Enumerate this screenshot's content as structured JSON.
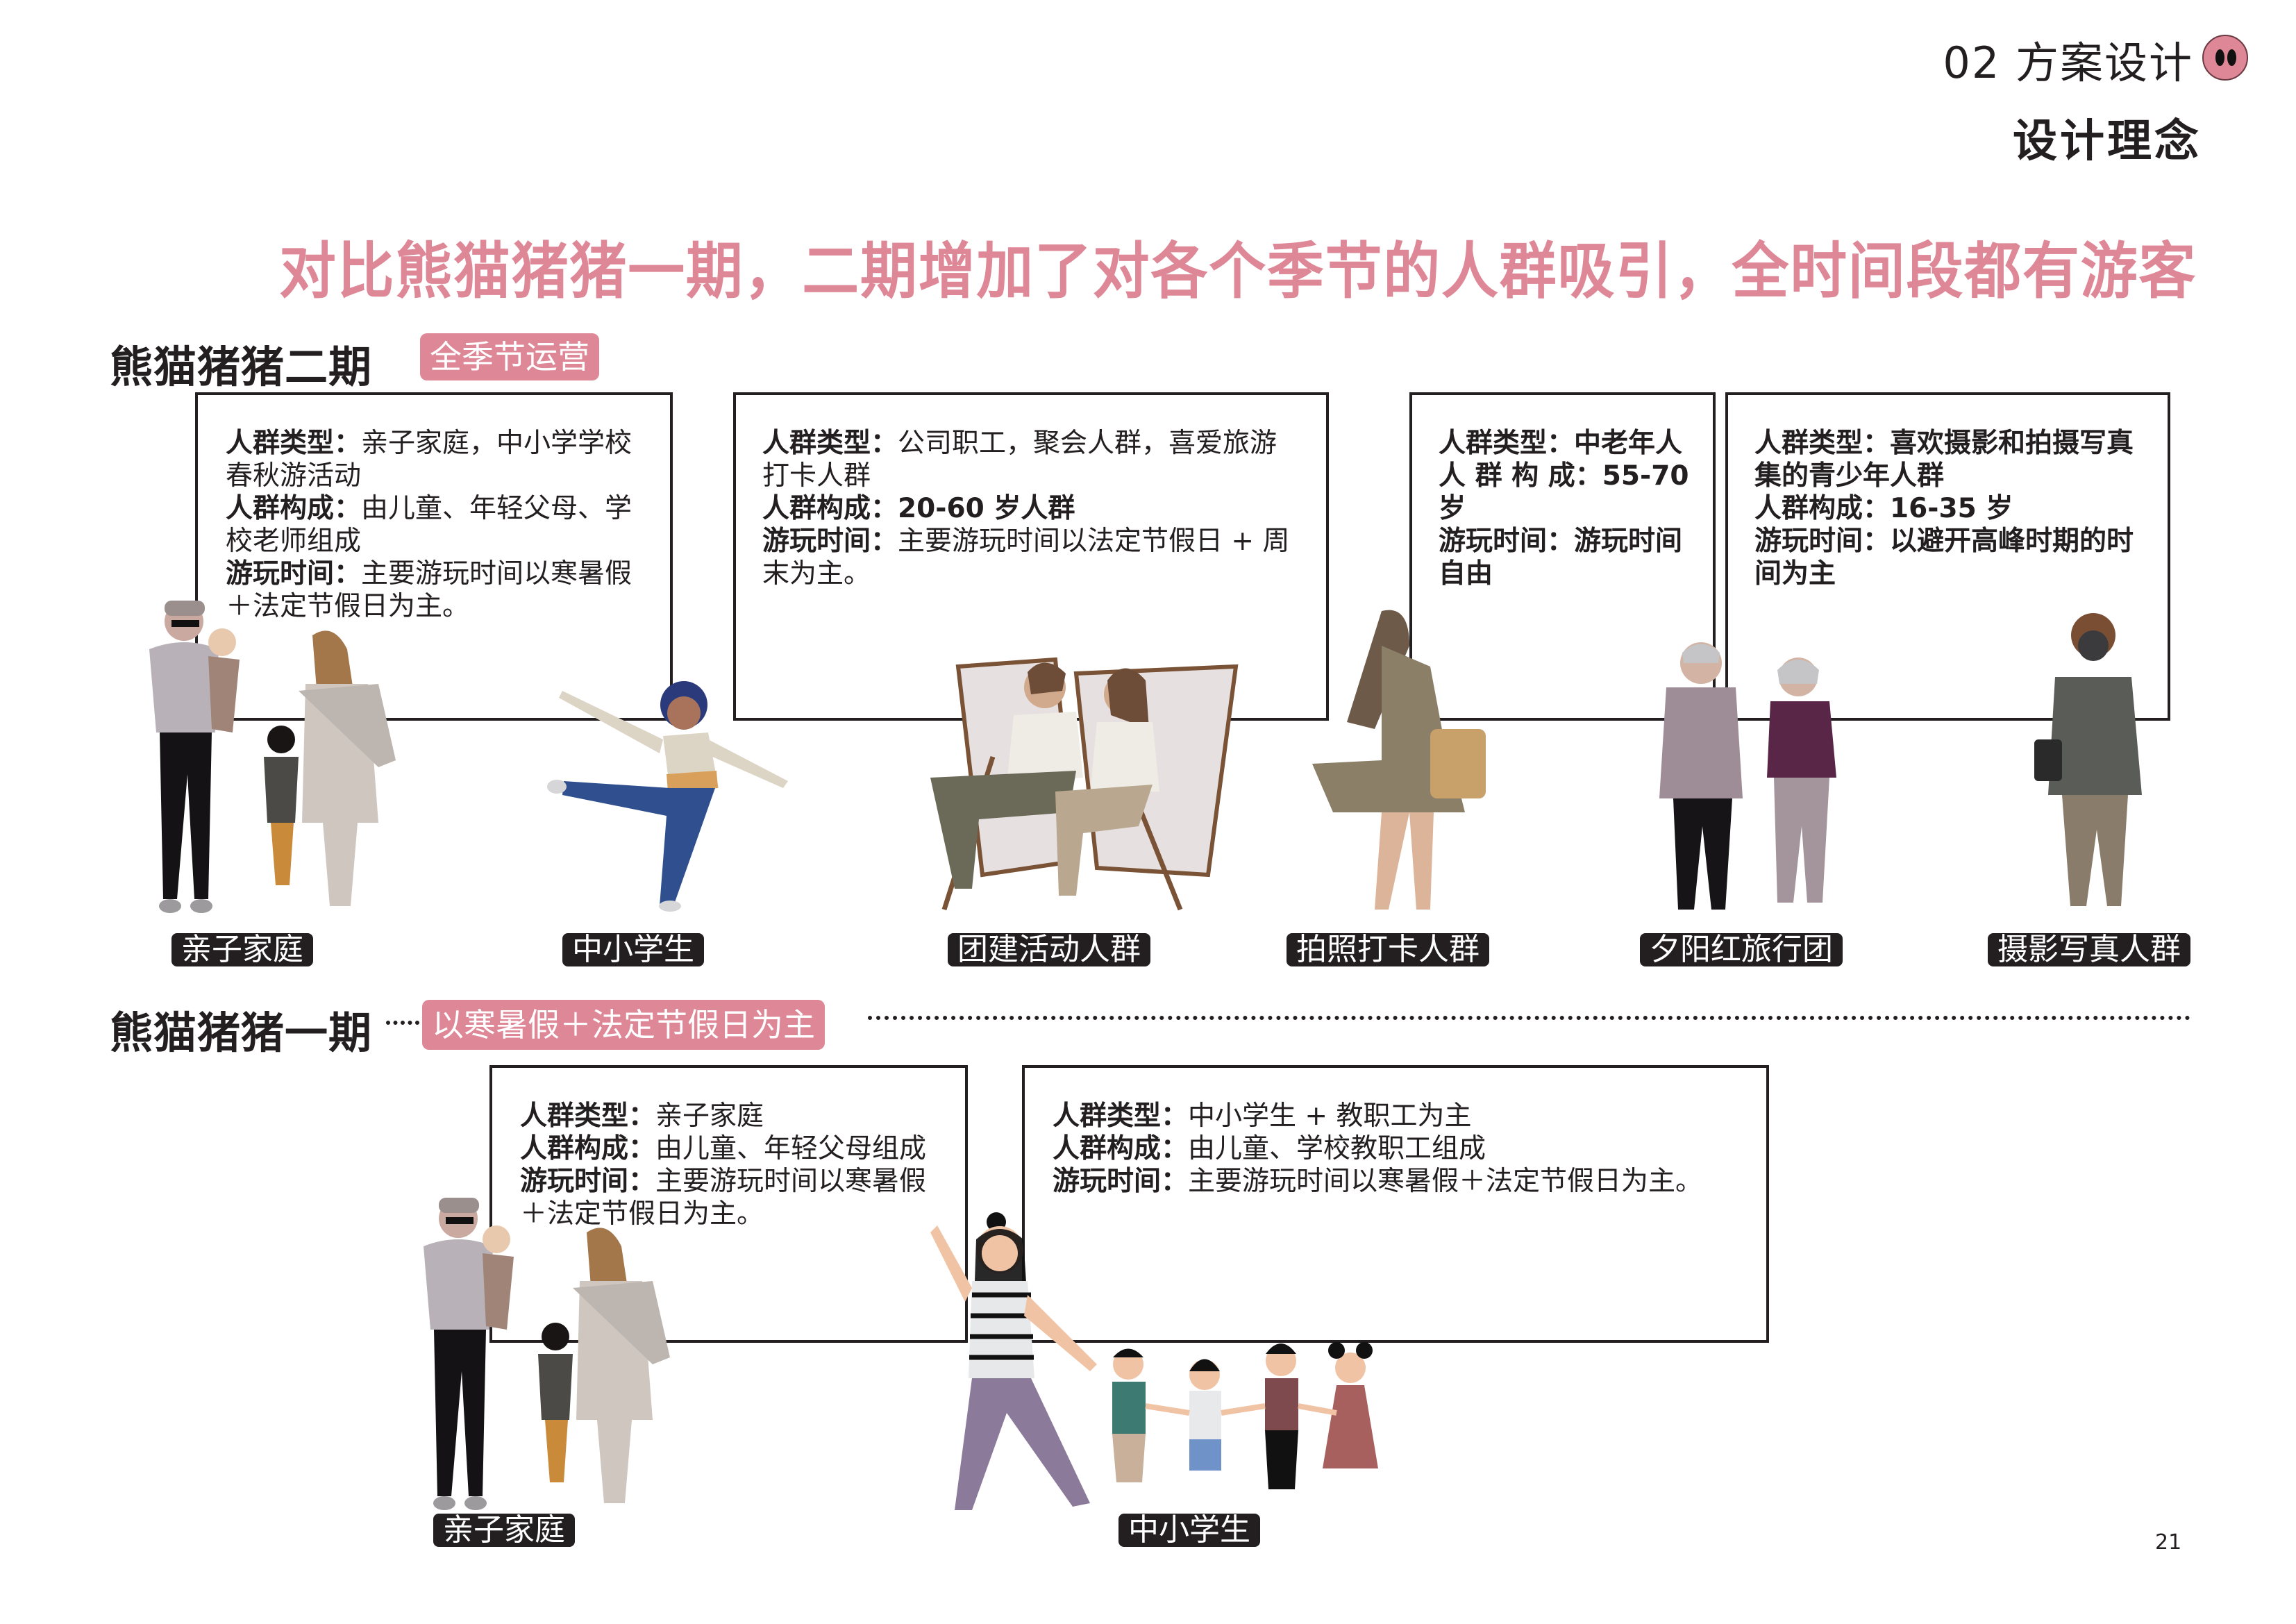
{
  "header": {
    "section": "02 方案设计",
    "section_icon": "pig-nose-icon",
    "subtitle": "设计理念"
  },
  "headline": "对比熊猫猪猪一期，二期增加了对各个季节的人群吸引，全时间段都有游客",
  "colors": {
    "accent_pink": "#de8797",
    "text_dark": "#231f20",
    "label_bg": "#231f20"
  },
  "phase2": {
    "title": "熊猫猪猪二期",
    "tag": "全季节运营",
    "boxes": [
      {
        "lines": [
          {
            "k": "人群类型：",
            "v": "亲子家庭，中小学学校"
          },
          {
            "k": "",
            "v": "春秋游活动"
          },
          {
            "k": "人群构成：",
            "v": "由儿童、年轻父母、学"
          },
          {
            "k": "",
            "v": "校老师组成"
          },
          {
            "k": "游玩时间：",
            "v": "主要游玩时间以寒暑假"
          },
          {
            "k": "",
            "v": "＋法定节假日为主。"
          }
        ]
      },
      {
        "lines": [
          {
            "k": "人群类型：",
            "v": "公司职工，聚会人群，喜爱旅游"
          },
          {
            "k": "",
            "v": "打卡人群"
          },
          {
            "k": "人群构成：",
            "v": "20-60 岁人群"
          },
          {
            "k": "游玩时间：",
            "v": "主要游玩时间以法定节假日 + 周"
          },
          {
            "k": "",
            "v": "末为主。"
          }
        ]
      },
      {
        "lines": [
          {
            "k": "人群类型：",
            "v": "中老年人"
          },
          {
            "k": "人 群 构 成：",
            "v": "55-70"
          },
          {
            "k": "",
            "v": "岁"
          },
          {
            "k": "游玩时间：",
            "v": "游玩时间"
          },
          {
            "k": "",
            "v": "自由"
          }
        ]
      },
      {
        "lines": [
          {
            "k": "人群类型：",
            "v": "喜欢摄影和拍摄写真"
          },
          {
            "k": "",
            "v": "集的青少年人群"
          },
          {
            "k": "人群构成：",
            "v": "16-35 岁"
          },
          {
            "k": "游玩时间：",
            "v": "以避开高峰时期的时"
          },
          {
            "k": "",
            "v": "间为主"
          }
        ]
      }
    ],
    "groups": [
      {
        "label": "亲子家庭",
        "figure": "family-figure"
      },
      {
        "label": "中小学生",
        "figure": "student-figure"
      },
      {
        "label": "团建活动人群",
        "figure": "team-building-figure"
      },
      {
        "label": "拍照打卡人群",
        "figure": "photo-checkin-figure"
      },
      {
        "label": "夕阳红旅行团",
        "figure": "senior-tour-figure"
      },
      {
        "label": "摄影写真人群",
        "figure": "photographer-figure"
      }
    ]
  },
  "phase1": {
    "title": "熊猫猪猪一期",
    "tag": "以寒暑假＋法定节假日为主",
    "boxes": [
      {
        "lines": [
          {
            "k": "人群类型：",
            "v": "亲子家庭"
          },
          {
            "k": "人群构成：",
            "v": "由儿童、年轻父母组成"
          },
          {
            "k": "游玩时间：",
            "v": "主要游玩时间以寒暑假"
          },
          {
            "k": "",
            "v": "＋法定节假日为主。"
          }
        ]
      },
      {
        "lines": [
          {
            "k": "人群类型：",
            "v": "中小学生 + 教职工为主"
          },
          {
            "k": "人群构成：",
            "v": "由儿童、学校教职工组成"
          },
          {
            "k": "游玩时间：",
            "v": "主要游玩时间以寒暑假＋法定节假日为主。"
          }
        ]
      }
    ],
    "groups": [
      {
        "label": "亲子家庭",
        "figure": "family-figure"
      },
      {
        "label": "中小学生",
        "figure": "teacher-students-figure"
      }
    ]
  },
  "page_number": "21"
}
